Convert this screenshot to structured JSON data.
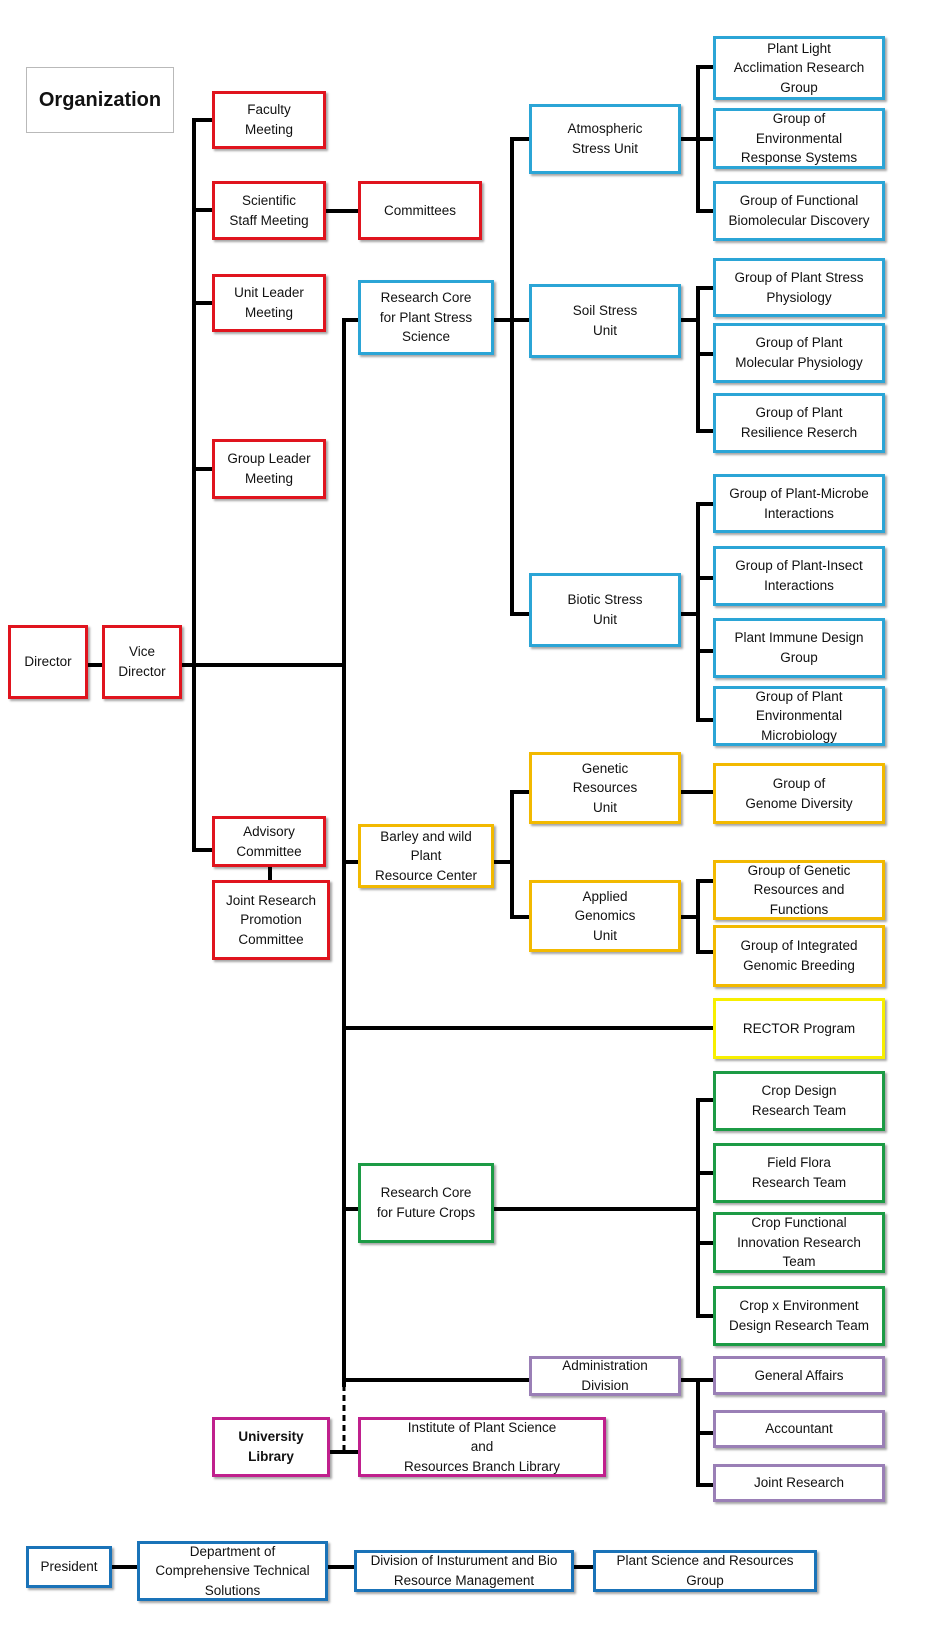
{
  "title": "Organization",
  "nodes": {
    "director": "Director",
    "vice_director": "Vice\nDirector",
    "faculty_meeting": "Faculty\nMeeting",
    "scientific_staff_meeting": "Scientific\nStaff  Meeting",
    "committees": "Committees",
    "unit_leader_meeting": "Unit Leader\nMeeting",
    "group_leader_meeting": "Group Leader\nMeeting",
    "advisory_committee": "Advisory\nCommittee",
    "joint_research_promotion_committee": "Joint Research\nPromotion\nCommittee",
    "research_core_plant_stress": "Research Core\nfor Plant Stress\nScience",
    "atmospheric_stress_unit": "Atmospheric\nStress Unit",
    "soil_stress_unit": "Soil Stress\nUnit",
    "biotic_stress_unit": "Biotic Stress\nUnit",
    "plant_light_acclimation": "Plant Light\nAcclimation Research\nGroup",
    "environmental_response_systems": "Group of\nEnvironmental\nResponse Systems",
    "functional_biomolecular_discovery": "Group of Functional\nBiomolecular Discovery",
    "plant_stress_physiology": "Group of Plant Stress\nPhysiology",
    "plant_molecular_physiology": "Group of Plant\nMolecular Physiology",
    "plant_resilience": "Group of Plant\nResilience Reserch",
    "plant_microbe": "Group of Plant-Microbe\nInteractions",
    "plant_insect": "Group of Plant-Insect\nInteractions",
    "plant_immune_design": "Plant Immune Design\nGroup",
    "plant_env_microbiology": "Group of Plant\nEnvironmental\nMicrobiology",
    "barley_center": "Barley and wild\nPlant\nResource Center",
    "genetic_resources_unit": "Genetic\nResources\nUnit",
    "applied_genomics_unit": "Applied\nGenomics\nUnit",
    "genome_diversity": "Group of\nGenome Diversity",
    "genetic_resources_functions": "Group of Genetic\nResources and\nFunctions",
    "integrated_genomic_breeding": "Group of Integrated\nGenomic Breeding",
    "rector_program": "RECTOR Program",
    "research_core_future_crops": "Research Core\nfor Future Crops",
    "crop_design_team": "Crop Design\nResearch Team",
    "field_flora_team": "Field Flora\nResearch Team",
    "crop_functional_innovation": "Crop Functional\nInnovation Research\nTeam",
    "crop_x_environment": "Crop x Environment\nDesign Research Team",
    "administration_division": "Administration\nDivision",
    "general_affairs": "General Affairs",
    "accountant": "Accountant",
    "joint_research": "Joint Research",
    "university_library": "University\nLibrary",
    "branch_library": "Institute of Plant Science\nand\nResources Branch Library",
    "president": "President",
    "dept_technical_solutions": "Department of\nComprehensive Technical\nSolutions",
    "division_instrument": "Division of Insturument and Bio\nResource Management",
    "plant_science_group": "Plant Science and Resources\nGroup"
  },
  "colors": {
    "red": "#e0141e",
    "blue": "#2ba5d6",
    "yellow": "#f2b900",
    "lemon": "#f7ef00",
    "green": "#1c9b45",
    "purple": "#9a7fb6",
    "magenta": "#c0208d",
    "navy": "#1a73b8",
    "line": "#000000"
  }
}
